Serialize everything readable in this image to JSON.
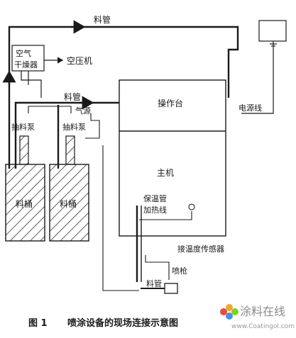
{
  "diagram": {
    "labels": {
      "pipe_top": "料管",
      "air_dryer": "空气\n干燥器",
      "air_compressor": "空压机",
      "pipe_mid": "料管",
      "air_source": "气源",
      "pump_left": "抽料泵",
      "pump_right": "抽料泵",
      "console": "操作台",
      "power_line": "电源线",
      "main_unit": "主机",
      "insulated_pipe": "保温管",
      "heating_wire": "加热线",
      "barrel_left": "料桶",
      "barrel_right": "料桶",
      "temp_sensor": "接温度传感器",
      "spray_gun": "喷枪",
      "pipe_bottom": "料管"
    }
  },
  "caption": {
    "figure_no": "图 1",
    "title": "喷涂设备的现场连接示意图"
  },
  "watermark": {
    "brand": "涂料在线",
    "url": "www.Coatingol.com"
  },
  "colors": {
    "line": "#1a1a1a",
    "hatch": "#333333",
    "watermark_petals": [
      "#e94b3c",
      "#f5a623",
      "#7ed321",
      "#4a90e2"
    ]
  }
}
